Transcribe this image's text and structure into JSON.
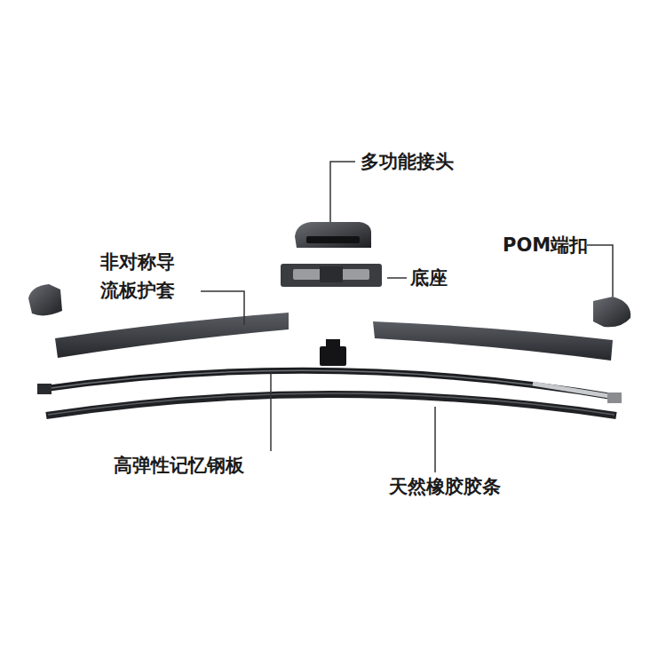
{
  "diagram": {
    "labels": [
      "多功能接头",
      "POM端扣",
      "非对称导 流板护套",
      "底座",
      "高弹性记忆钢板",
      "天然橡胶胶条"
    ]
  }
}
